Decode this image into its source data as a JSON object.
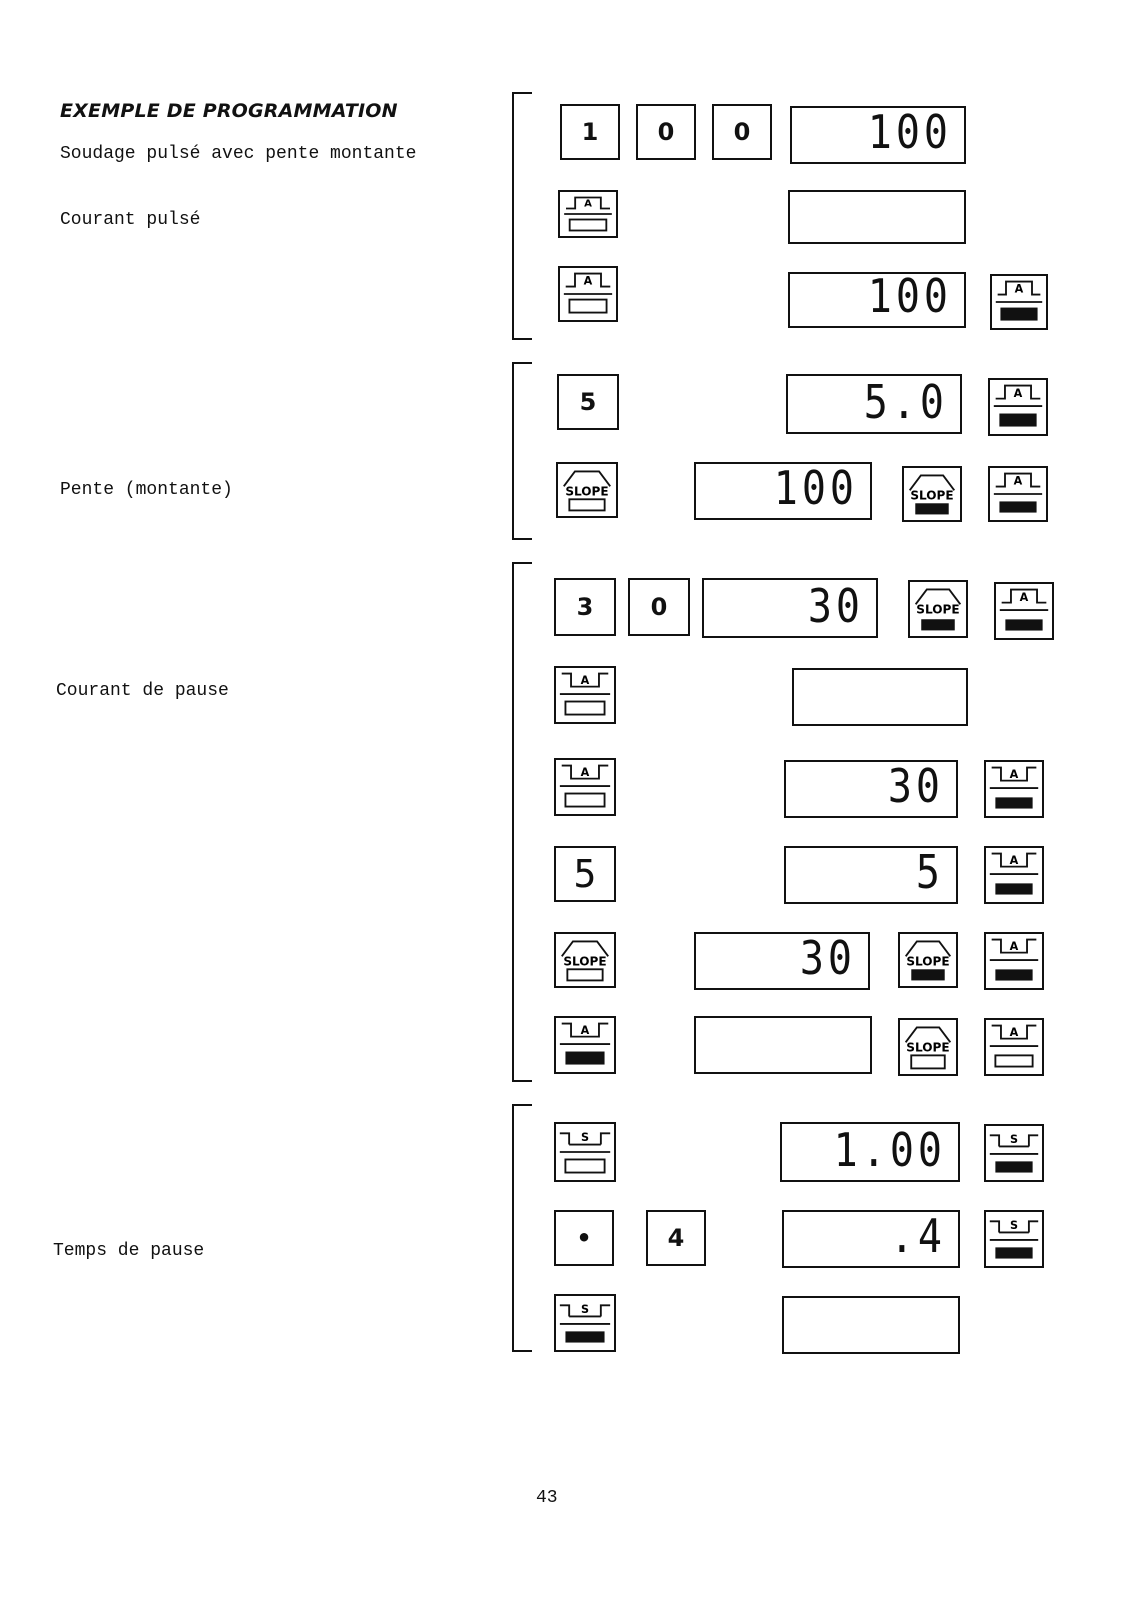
{
  "heading": "EXEMPLE DE PROGRAMMATION",
  "labels": {
    "soudage": "Soudage pulsé avec pente montante",
    "courant_pulse": "Courant pulsé",
    "pente": "Pente (montante)",
    "courant_pause": "Courant de pause",
    "temps_pause": "Temps de pause"
  },
  "keys": {
    "k1": "1",
    "k2": "0",
    "k3": "0",
    "k5a": "5",
    "k3b": "3",
    "k0b": "0",
    "k5b": "5",
    "kdot": "•",
    "k4": "4"
  },
  "displays": {
    "d1": "100",
    "d2": "",
    "d3": "100",
    "d4": "5.0",
    "d5": "100",
    "d6": "30",
    "d7": "",
    "d8": "30",
    "d9": "5",
    "d10": "30",
    "d11": "",
    "d12": "1.00",
    "d13": ".4",
    "d14": ""
  },
  "icon_text": {
    "amp": "A",
    "slope": "SLOPE",
    "sec": "S"
  },
  "page_number": "43"
}
